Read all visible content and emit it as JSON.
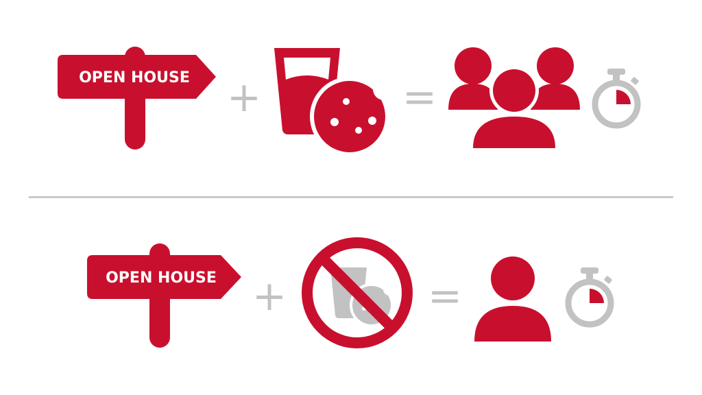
{
  "colors": {
    "accent": "#c8102e",
    "gray": "#c2c2c2",
    "background": "#ffffff",
    "divider": "#c8c8c8"
  },
  "rows": [
    {
      "sign_text": "OPEN HOUSE",
      "operator_plus": "+",
      "operator_equals": "=",
      "treat_icon": "milk-and-cookie-icon",
      "result_icon": "group-of-people-icon",
      "timer_icon": "stopwatch-icon",
      "timer_elapsed_fraction": 0.25
    },
    {
      "sign_text": "OPEN HOUSE",
      "operator_plus": "+",
      "operator_equals": "=",
      "treat_icon": "no-milk-and-cookie-icon",
      "result_icon": "single-person-icon",
      "timer_icon": "stopwatch-icon",
      "timer_elapsed_fraction": 0.25
    }
  ]
}
